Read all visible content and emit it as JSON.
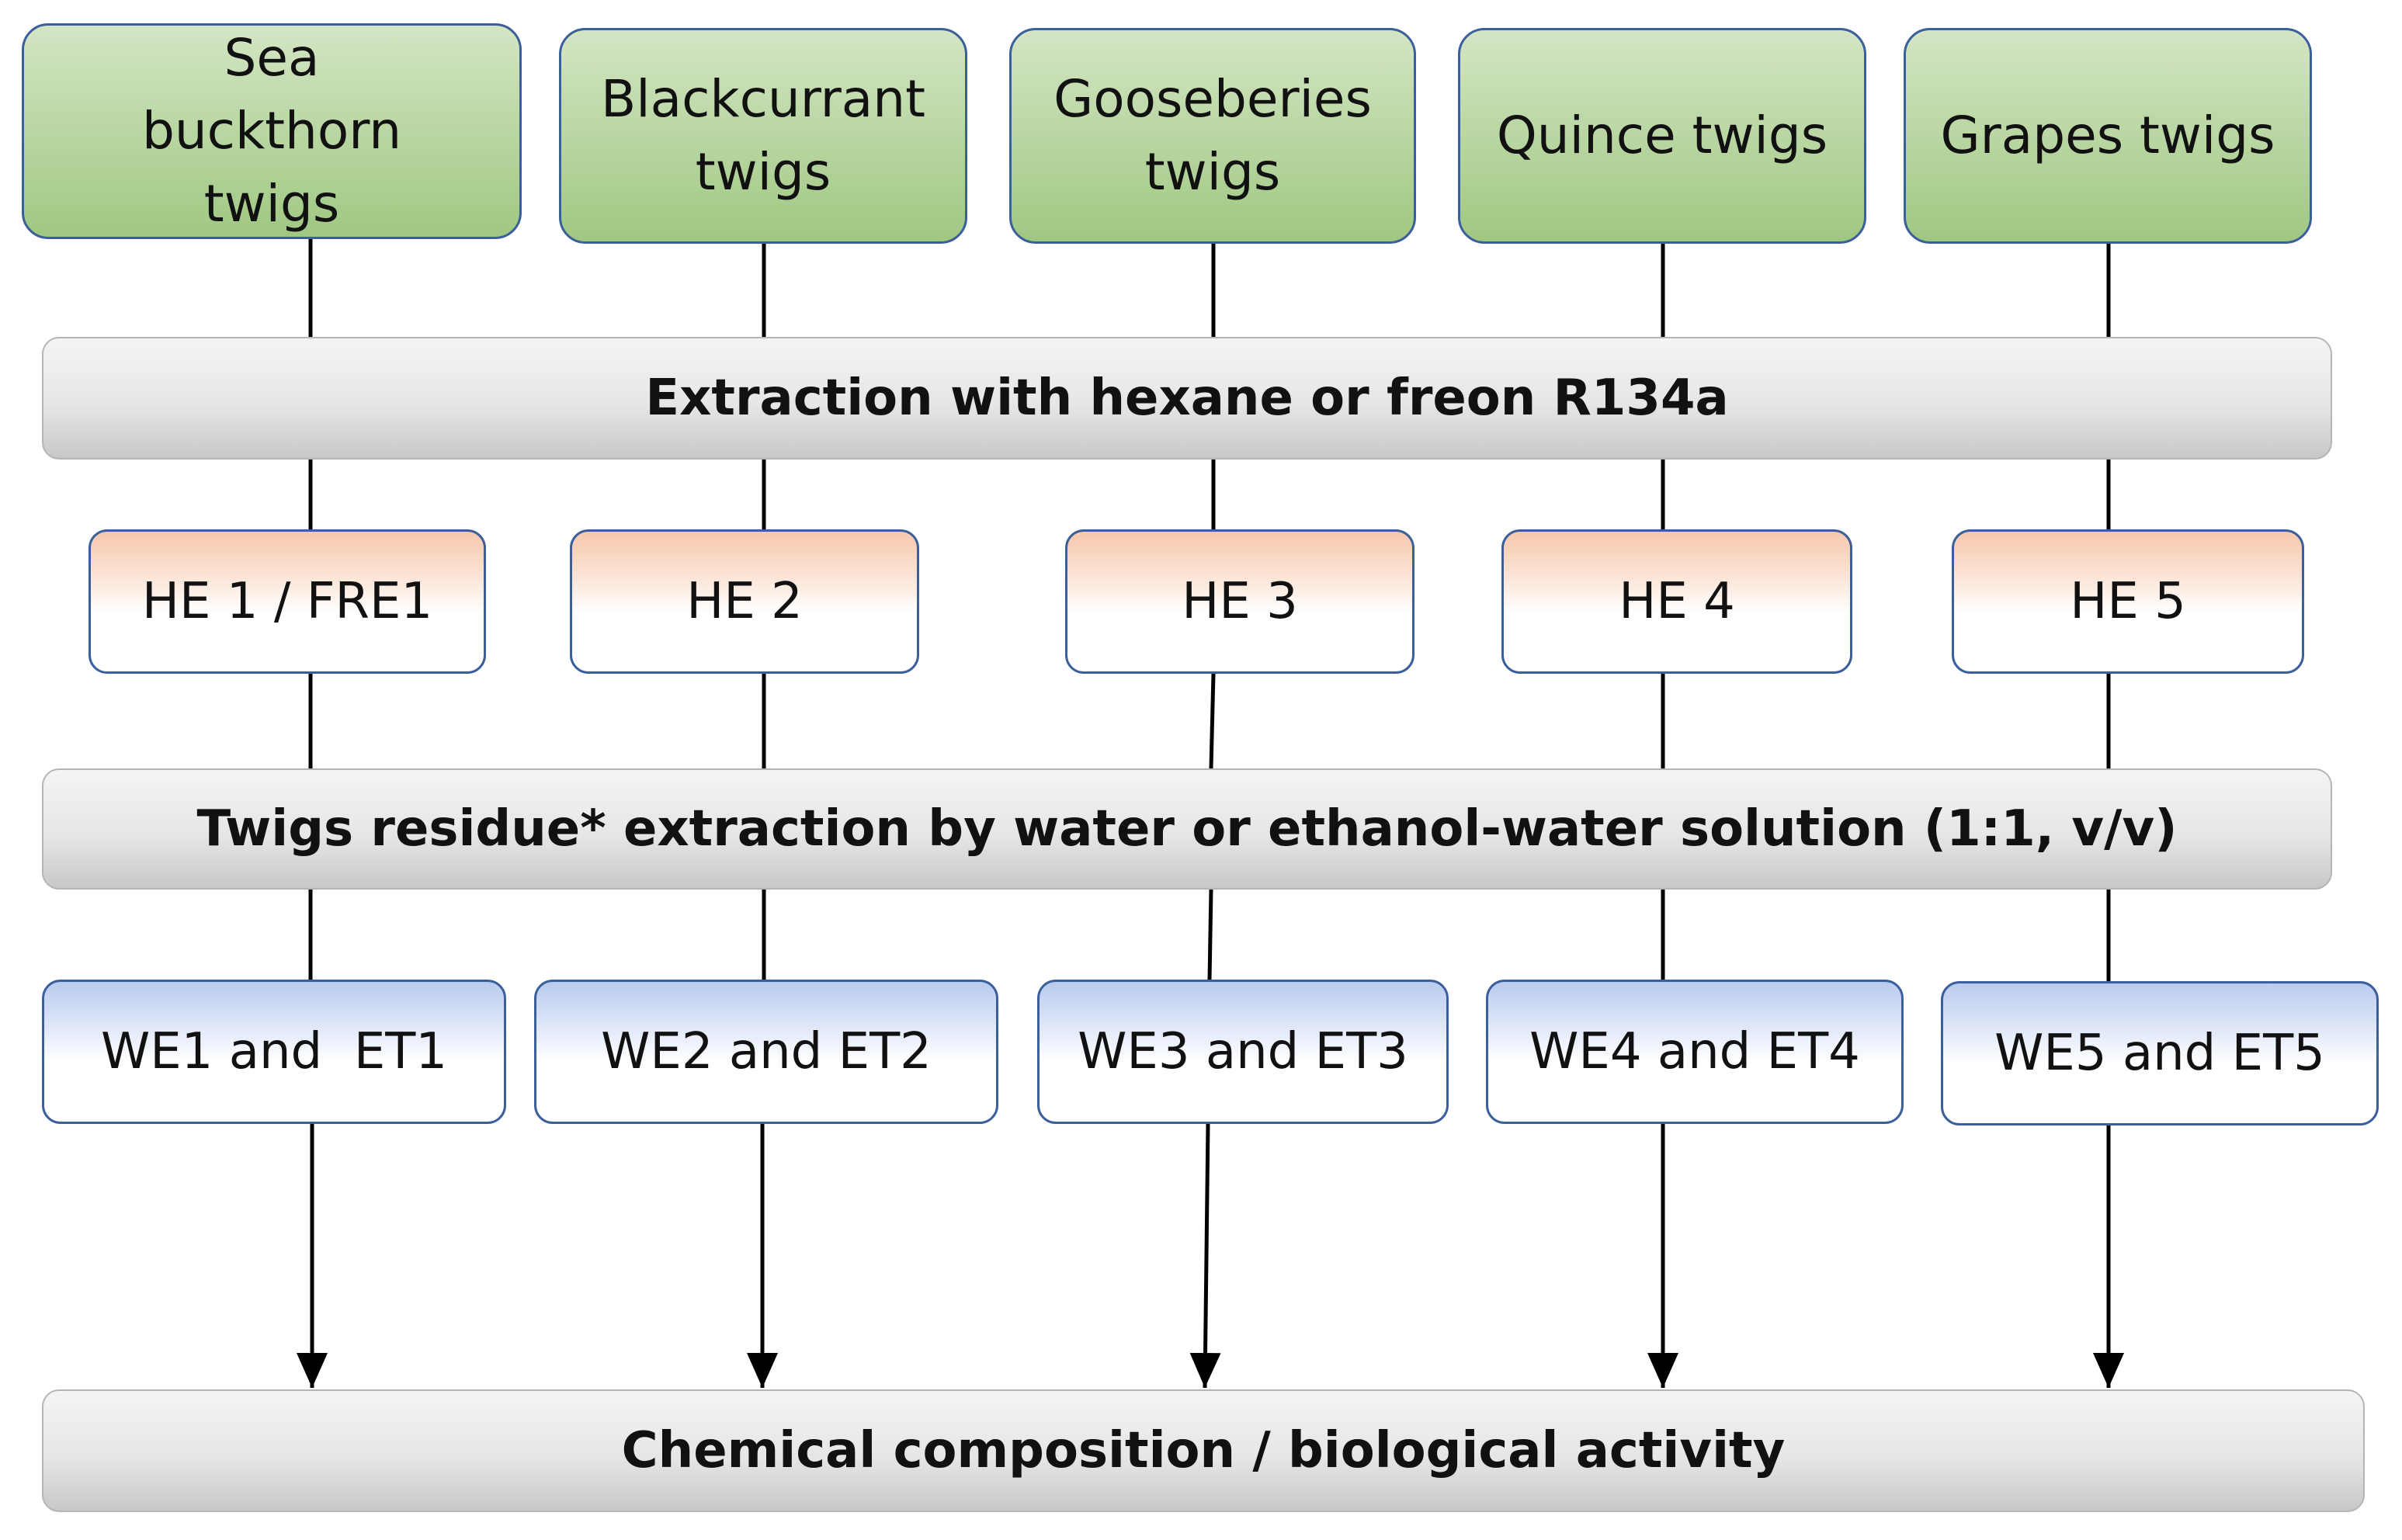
{
  "sources": [
    {
      "label": "Sea buckthorn twigs"
    },
    {
      "label": "Blackcurrant twigs"
    },
    {
      "label": "Gooseberies twigs"
    },
    {
      "label": "Quince twigs"
    },
    {
      "label": "Grapes twigs"
    }
  ],
  "step1": {
    "label": "Extraction with hexane or freon R134a"
  },
  "he_extracts": [
    {
      "label": "HE 1 / FRE1"
    },
    {
      "label": "HE 2"
    },
    {
      "label": "HE 3"
    },
    {
      "label": "HE 4"
    },
    {
      "label": "HE 5"
    }
  ],
  "step2": {
    "label": "Twigs residue* extraction by water or ethanol-water solution (1:1, v/v)"
  },
  "water_ethanol_extracts": [
    {
      "label": "WE1 and  ET1"
    },
    {
      "label": "WE2 and ET2"
    },
    {
      "label": "WE3 and ET3"
    },
    {
      "label": "WE4 and ET4"
    },
    {
      "label": "WE5 and ET5"
    }
  ],
  "outcome": {
    "label": "Chemical composition / biological activity"
  }
}
